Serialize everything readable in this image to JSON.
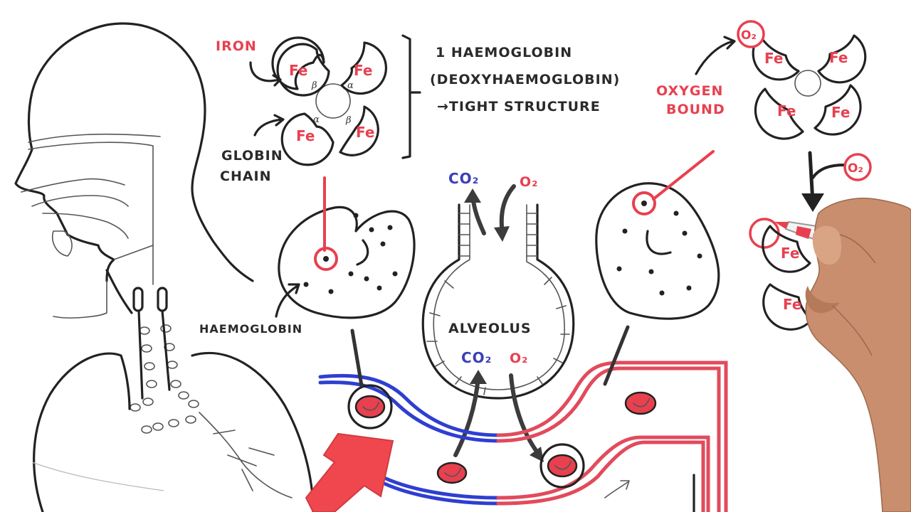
{
  "labels": {
    "iron": "IRON",
    "globin_chain_1": "GLOBIN",
    "globin_chain_2": "CHAIN",
    "hb_title_1": "1 HAEMOGLOBIN",
    "hb_title_2": "(DEOXYHAEMOGLOBIN)",
    "tight_structure": "→TIGHT STRUCTURE",
    "haemoglobin": "HAEMOGLOBIN",
    "alveolus": "ALVEOLUS",
    "oxygen_bound_1": "OXYGEN",
    "oxygen_bound_2": "BOUND",
    "co2_top": "CO₂",
    "o2_top": "O₂",
    "co2_alveolus": "CO₂",
    "o2_alveolus": "O₂",
    "o2_circle_top": "O₂",
    "o2_circle_side": "O₂"
  },
  "subunits": {
    "fe": "Fe",
    "alpha": "α",
    "beta": "β"
  },
  "colors": {
    "ink": "#222222",
    "oxygen_red": "#e8404f",
    "co2_blue": "#3b3fb8",
    "vein_blue": "#2f3ed1",
    "artery_red": "#e14b5c"
  }
}
